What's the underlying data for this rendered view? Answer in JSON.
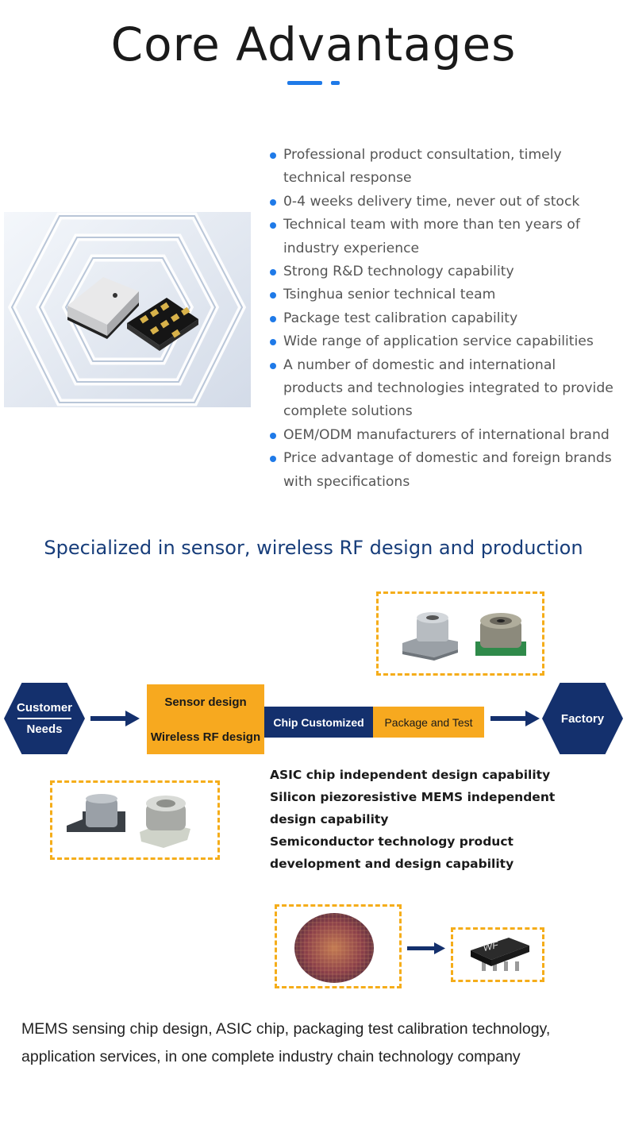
{
  "header": {
    "title": "Core Advantages"
  },
  "advantages": [
    "Professional product consultation, timely technical response",
    "0-4 weeks delivery time, never out of stock",
    "Technical team with more than ten years of industry experience",
    "Strong R&D technology capability",
    "Tsinghua senior technical team",
    "Package test calibration capability",
    "Wide range of application service capabilities",
    "A number of domestic and international products and technologies integrated to provide complete solutions",
    "OEM/ODM manufacturers of international brand",
    "Price advantage of domestic and foreign brands with specifications"
  ],
  "section2": {
    "title": "Specialized in sensor, wireless RF design and production"
  },
  "flow": {
    "customer_line1": "Customer",
    "customer_line2": "Needs",
    "design_line1": "Sensor design",
    "design_line2": "Wireless RF design",
    "chip": "Chip Customized",
    "package": "Package and Test",
    "factory": "Factory"
  },
  "capabilities": [
    "ASIC chip independent design capability",
    "Silicon piezoresistive MEMS independent design capability",
    "Semiconductor technology product development and design capability"
  ],
  "chip_label": "WF",
  "footer": {
    "text": "MEMS sensing chip design, ASIC chip, packaging test calibration technology, application services, in one complete industry chain technology company"
  },
  "colors": {
    "accent_blue": "#1f7ae8",
    "navy": "#14306d",
    "orange": "#f7a91f"
  }
}
